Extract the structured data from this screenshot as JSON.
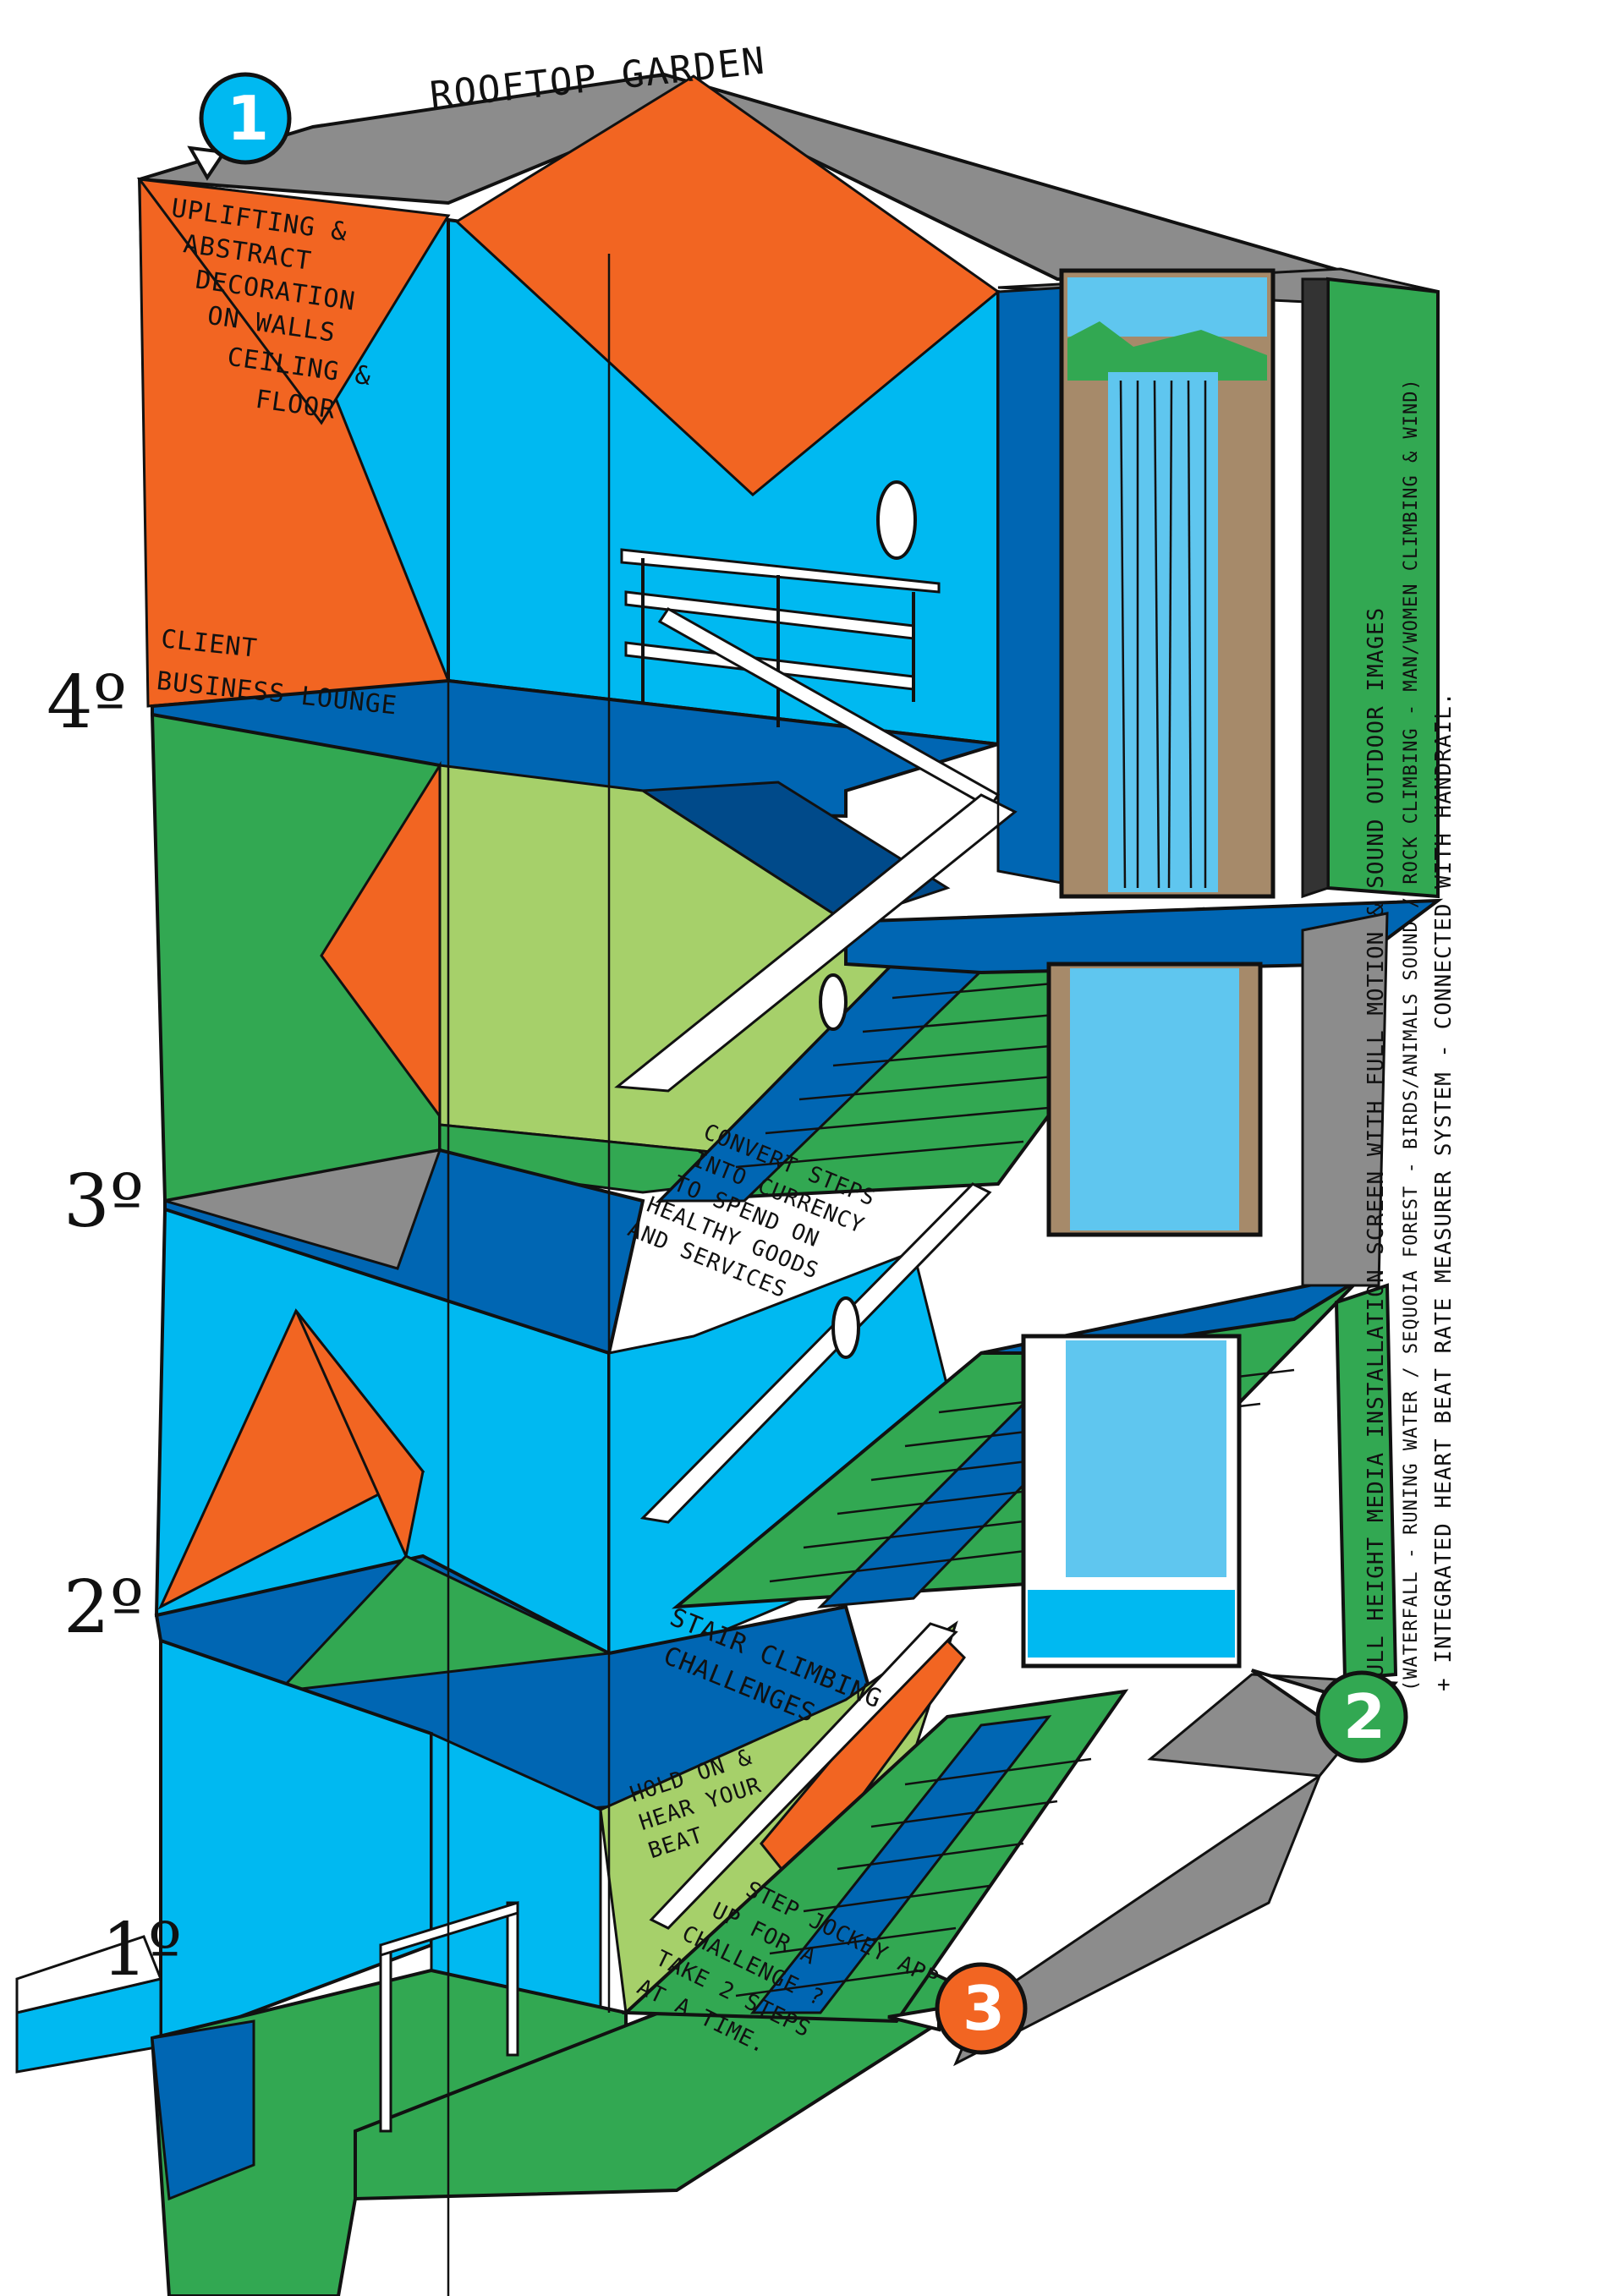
{
  "title": "ROOFTOP GARDEN",
  "floors": [
    "4º",
    "3º",
    "2º",
    "1º"
  ],
  "callouts": {
    "decoration": [
      "UPLIFTING &",
      "ABSTRACT",
      "DECORATION",
      "ON WALLS",
      "CEILING &",
      "FLOOR"
    ],
    "lounge": [
      "CLIENT",
      "BUSINESS LOUNGE"
    ],
    "convert": [
      "CONVERT STEPS",
      "INTO CURRENCY",
      "TO SPEND ON",
      "HEALTHY GOODS",
      "AND SERVICES"
    ],
    "stair": [
      "STAIR CLIMBING",
      "CHALLENGES"
    ],
    "hold": [
      "HOLD ON &",
      "HEAR YOUR",
      "BEAT"
    ],
    "app": [
      "STEP JOCKEY APP",
      "UP FOR A",
      "CHALLENGE ?",
      "TAKE 2 STEPS",
      "AT A TIME."
    ]
  },
  "media_note": [
    "FULL HEIGHT MEDIA INSTALLATION SCREEN WITH FULL MOTION & SOUND OUTDOOR IMAGES",
    "(WATERFALL - RUNING WATER / SEQUOIA FOREST - BIRDS/ANIMALS SOUND / ROCK CLIMBING - MAN/WOMEN CLIMBING & WIND)",
    "+ INTEGRATED HEART BEAT RATE MEASURER SYSTEM - CONNECTED WITH HANDRAIL."
  ],
  "badges": [
    "1",
    "2",
    "3"
  ],
  "colors": {
    "orange": "#f26522",
    "sky": "#00b9f1",
    "blue": "#0066b3",
    "navy": "#004a8a",
    "green": "#32a852",
    "lime": "#a6d06a",
    "gray": "#8c8c8c",
    "brown": "#a68a6a",
    "water": "#5fc6ef"
  }
}
